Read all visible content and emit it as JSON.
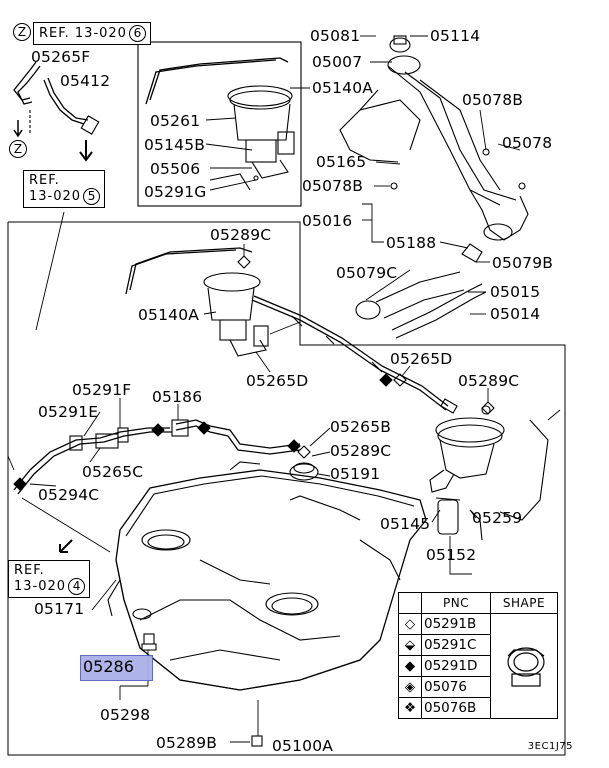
{
  "refs": {
    "top": {
      "z": "Z",
      "text": "REF. 13-020",
      "num": "6"
    },
    "left_upper": {
      "line1": "REF.",
      "line2": "13-020",
      "num": "5"
    },
    "left_lower": {
      "line1": "REF.",
      "line2": "13-020",
      "num": "4"
    },
    "z_bottom": "Z"
  },
  "labels": {
    "p05265F": "05265F",
    "p05412": "05412",
    "p05081": "05081",
    "p05114": "05114",
    "p05007": "05007",
    "p05140A_top": "05140A",
    "p05078B_top": "05078B",
    "p05261": "05261",
    "p05145B": "05145B",
    "p05506": "05506",
    "p05291G": "05291G",
    "p05078": "05078",
    "p05165": "05165",
    "p05078B_mid": "05078B",
    "p05016": "05016",
    "p05188": "05188",
    "p05289C_a": "05289C",
    "p05079C": "05079C",
    "p05079B": "05079B",
    "p05015": "05015",
    "p05014": "05014",
    "p05140A_mid": "05140A",
    "p05265D_a": "05265D",
    "p05265D_b": "05265D",
    "p05289C_b": "05289C",
    "p05291F": "05291F",
    "p05186": "05186",
    "p05291E": "05291E",
    "p05265B": "05265B",
    "p05289C_c": "05289C",
    "p05191": "05191",
    "p05265C": "05265C",
    "p05294C": "05294C",
    "p05145": "05145",
    "p05259": "05259",
    "p05152": "05152",
    "p05171": "05171",
    "p05298": "05298",
    "p05289B": "05289B",
    "p05100A": "05100A"
  },
  "highlight": {
    "label": "05286",
    "color": "#aab0e6"
  },
  "legend": {
    "headers": {
      "pnc": "PNC",
      "shape": "SHAPE"
    },
    "rows": [
      {
        "symbol": "diamond-outline-icon",
        "pnc": "05291B"
      },
      {
        "symbol": "diamond-half-icon",
        "pnc": "05291C"
      },
      {
        "symbol": "diamond-filled-icon",
        "pnc": "05291D"
      },
      {
        "symbol": "diamond-cross-icon",
        "pnc": "05076"
      },
      {
        "symbol": "diamond-cross-filled-icon",
        "pnc": "05076B"
      }
    ]
  },
  "figure_code": "3EC1J75"
}
